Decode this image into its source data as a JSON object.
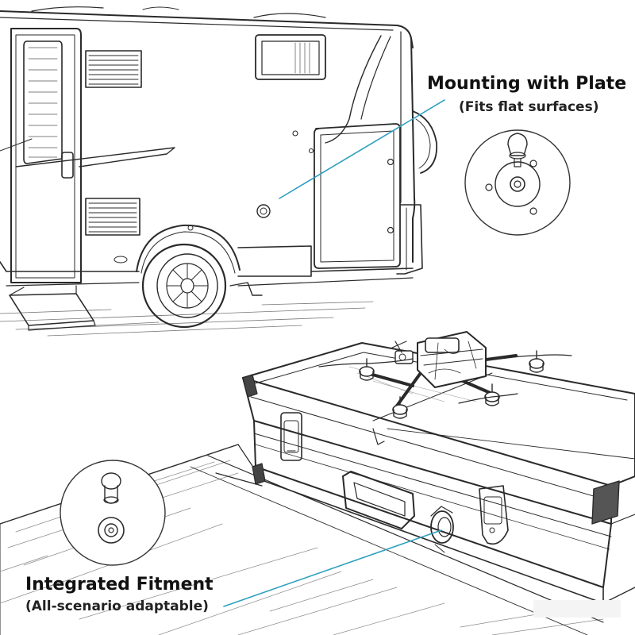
{
  "callouts": {
    "top": {
      "title": "Mounting with Plate",
      "subtitle": "(Fits flat surfaces)"
    },
    "bottom": {
      "title": "Integrated Fitment",
      "subtitle": "(All-scenario adaptable)"
    }
  },
  "colors": {
    "leader_line": "#2f9fc0",
    "ink": "#2a2a2a",
    "background": "#ffffff"
  },
  "illustration": {
    "style": "pencil line drawing",
    "subjects": [
      "camper-van",
      "equipment-case",
      "fpv-drone",
      "wooden-floor"
    ]
  }
}
